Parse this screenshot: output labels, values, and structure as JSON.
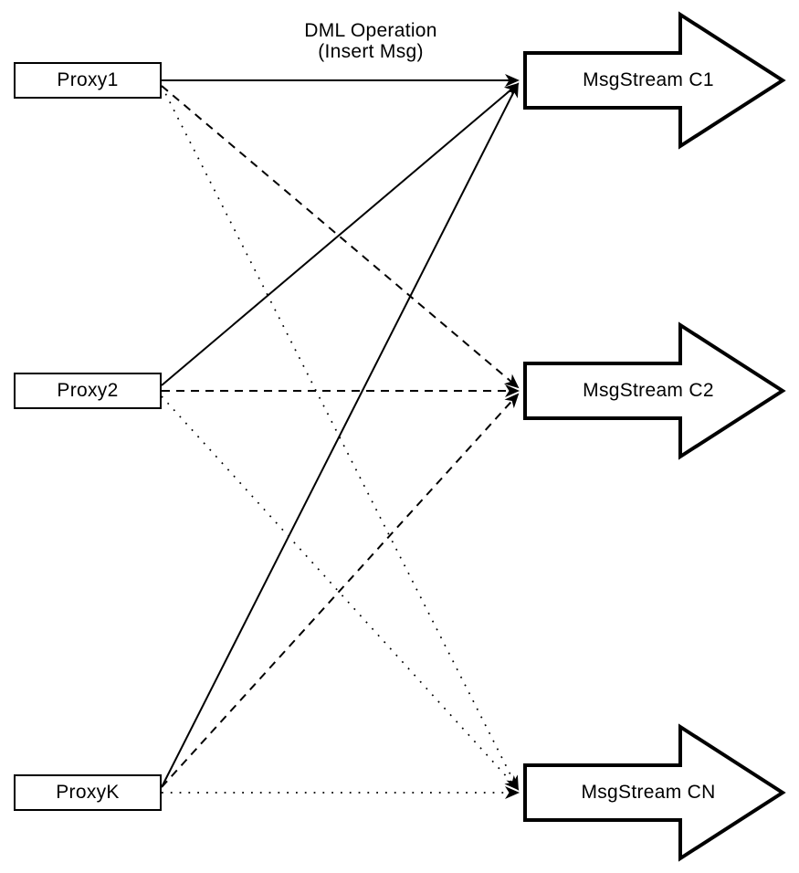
{
  "annotation": {
    "line1": "DML Operation",
    "line2": "(Insert Msg)"
  },
  "proxies": [
    {
      "id": "Proxy1",
      "label": "Proxy1"
    },
    {
      "id": "Proxy2",
      "label": "Proxy2"
    },
    {
      "id": "ProxyK",
      "label": "ProxyK"
    }
  ],
  "streams": [
    {
      "id": "MsgStream C1",
      "label": "MsgStream C1"
    },
    {
      "id": "MsgStream C2",
      "label": "MsgStream C2"
    },
    {
      "id": "MsgStream CN",
      "label": "MsgStream CN"
    }
  ],
  "edges": [
    {
      "from": "Proxy1",
      "to": "MsgStream C1",
      "style": "solid"
    },
    {
      "from": "Proxy1",
      "to": "MsgStream C2",
      "style": "dashed"
    },
    {
      "from": "Proxy1",
      "to": "MsgStream CN",
      "style": "dotted"
    },
    {
      "from": "Proxy2",
      "to": "MsgStream C1",
      "style": "solid"
    },
    {
      "from": "Proxy2",
      "to": "MsgStream C2",
      "style": "dashed"
    },
    {
      "from": "Proxy2",
      "to": "MsgStream CN",
      "style": "dotted"
    },
    {
      "from": "ProxyK",
      "to": "MsgStream C1",
      "style": "solid"
    },
    {
      "from": "ProxyK",
      "to": "MsgStream C2",
      "style": "dashed"
    },
    {
      "from": "ProxyK",
      "to": "MsgStream CN",
      "style": "dotted"
    }
  ],
  "colors": {
    "line": "#000000",
    "node_border": "#000000",
    "node_fill": "#ffffff",
    "background": "#ffffff"
  }
}
